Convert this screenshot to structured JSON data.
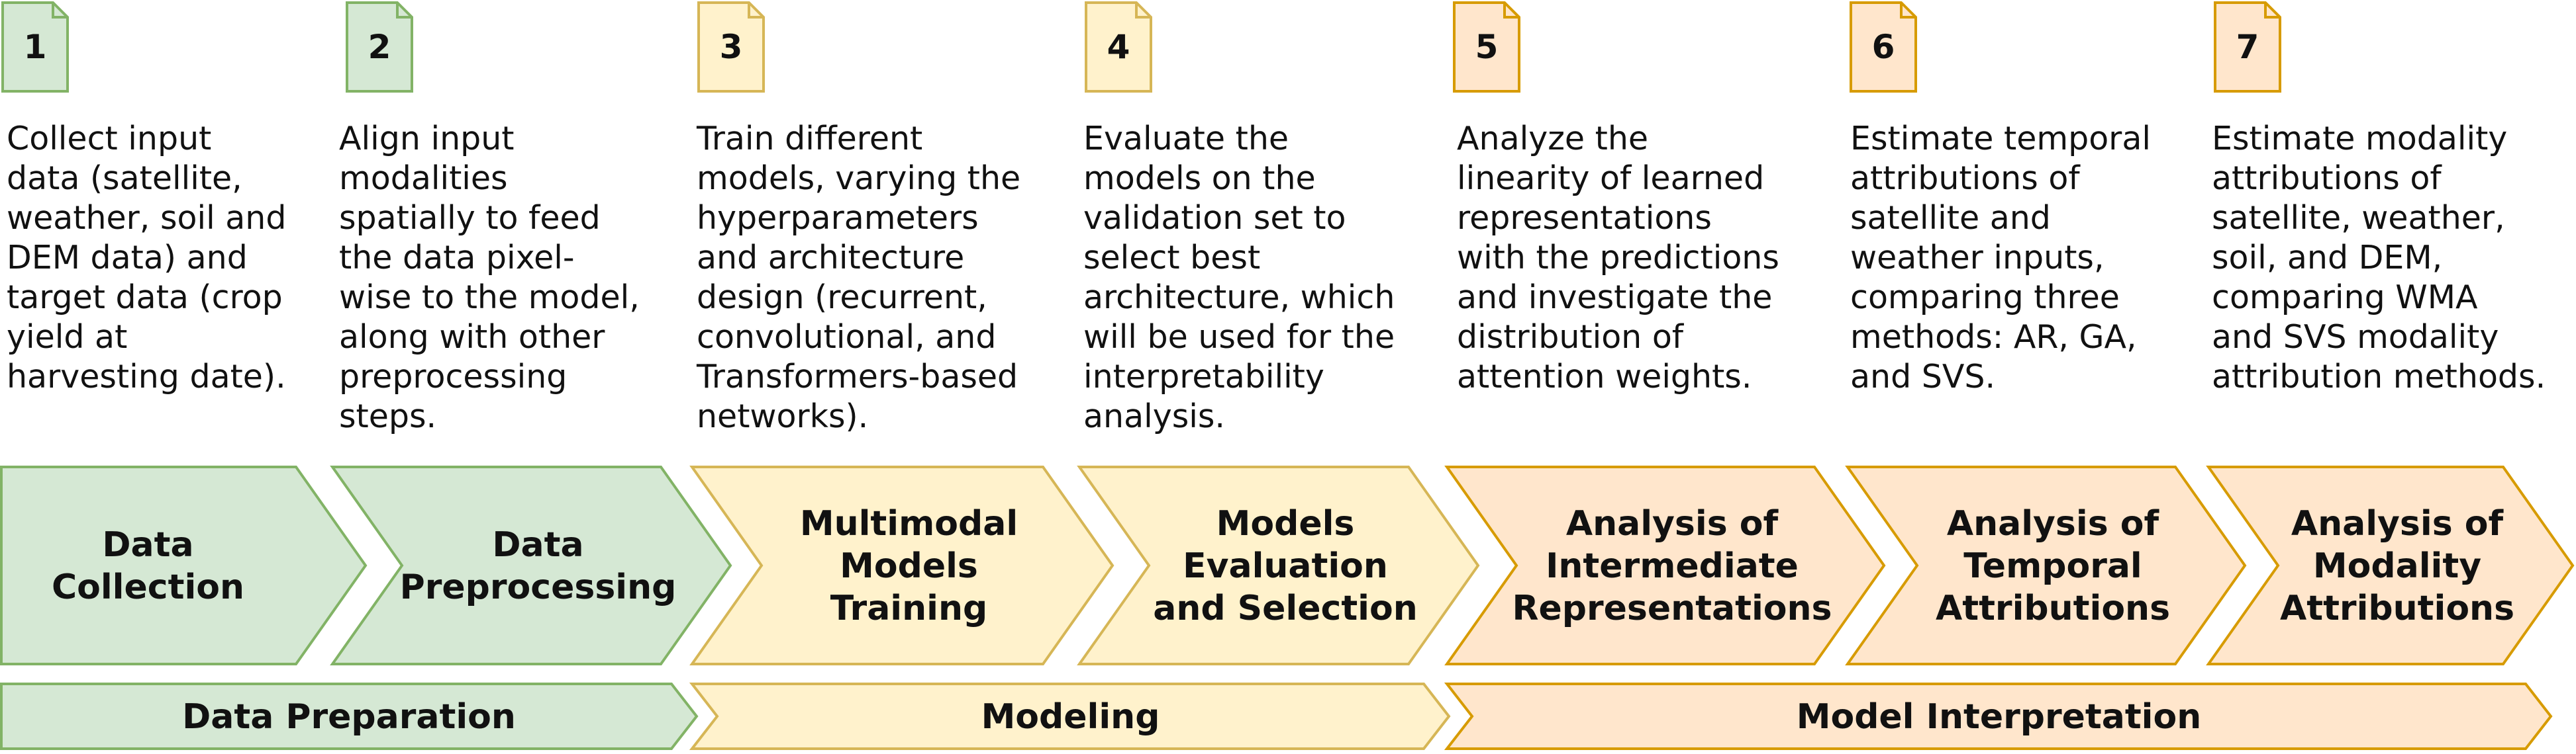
{
  "colors": {
    "preparation_fill": "#d5e8d4",
    "preparation_stroke": "#82b366",
    "modeling_fill": "#fff2cc",
    "modeling_stroke": "#d6b656",
    "interpretation_fill": "#ffe6cc",
    "interpretation_stroke": "#d79b00",
    "text": "#111111"
  },
  "steps": [
    {
      "number": "1",
      "group": "preparation",
      "description": [
        "Collect input",
        "data (satellite,",
        "weather, soil and",
        "DEM data) and",
        "target data (crop",
        "yield at",
        "harvesting date)."
      ],
      "title": [
        "Data",
        "Collection"
      ]
    },
    {
      "number": "2",
      "group": "preparation",
      "description": [
        "Align input",
        "modalities",
        "spatially to feed",
        "the data pixel-",
        "wise to the model,",
        "along with other",
        "preprocessing",
        "steps."
      ],
      "title": [
        "Data",
        "Preprocessing"
      ]
    },
    {
      "number": "3",
      "group": "modeling",
      "description": [
        "Train different",
        "models, varying the",
        "hyperparameters",
        "and architecture",
        "design (recurrent,",
        "convolutional, and",
        "Transformers-based",
        "networks)."
      ],
      "title": [
        "Multimodal",
        "Models",
        "Training"
      ]
    },
    {
      "number": "4",
      "group": "modeling",
      "description": [
        "Evaluate the",
        "models on the",
        "validation set to",
        "select best",
        "architecture, which",
        "will be used for the",
        "interpretability",
        "analysis."
      ],
      "title": [
        "Models",
        "Evaluation",
        "and Selection"
      ]
    },
    {
      "number": "5",
      "group": "interpretation",
      "description": [
        "Analyze the",
        "linearity of learned",
        "representations",
        "with the predictions",
        "and investigate the",
        "distribution of",
        "attention weights."
      ],
      "title": [
        "Analysis of",
        "Intermediate",
        "Representations"
      ]
    },
    {
      "number": "6",
      "group": "interpretation",
      "description": [
        "Estimate temporal",
        "attributions of",
        "satellite and",
        "weather inputs,",
        "comparing three",
        "methods: AR, GA,",
        "and SVS."
      ],
      "title": [
        "Analysis of",
        "Temporal",
        "Attributions"
      ]
    },
    {
      "number": "7",
      "group": "interpretation",
      "description": [
        "Estimate modality",
        "attributions of",
        "satellite, weather,",
        "soil, and DEM,",
        "comparing WMA",
        "and SVS modality",
        "attribution methods."
      ],
      "title": [
        "Analysis of",
        "Modality",
        "Attributions"
      ]
    }
  ],
  "phases": [
    {
      "label": "Data  Preparation",
      "group": "preparation"
    },
    {
      "label": "Modeling",
      "group": "modeling"
    },
    {
      "label": "Model Interpretation",
      "group": "interpretation"
    }
  ]
}
